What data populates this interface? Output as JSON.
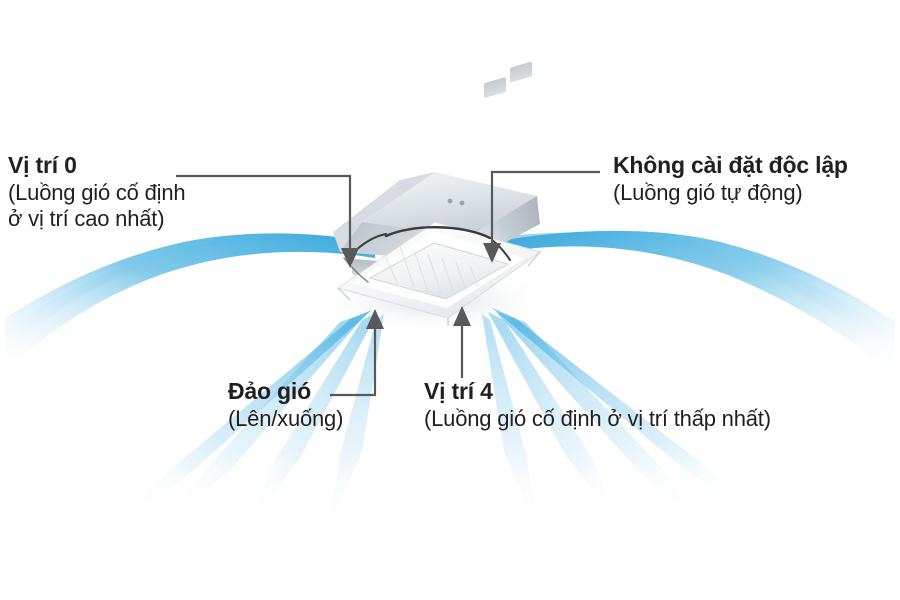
{
  "diagram": {
    "kind": "airflow-direction-diagram",
    "subject": "ceiling-cassette-air-conditioner",
    "background_color": "#ffffff",
    "airflow_color": "#4fb0e0",
    "airflow_color_light": "#bfe2f4",
    "text_color": "#231f20",
    "leader_color": "#58595b"
  },
  "callouts": {
    "position0": {
      "title": "Vị trí 0",
      "sub_line1": "(Luồng gió cố định",
      "sub_line2": "ở vị trí cao nhất)"
    },
    "auto": {
      "title": "Không cài đặt độc lập",
      "sub_line1": "(Luồng gió tự động)"
    },
    "swing": {
      "title": "Đảo gió",
      "sub_line1": "(Lên/xuống)"
    },
    "position4": {
      "title": "Vị trí 4",
      "sub_line1": "(Luồng gió cố định ở vị trí thấp nhất)"
    }
  }
}
